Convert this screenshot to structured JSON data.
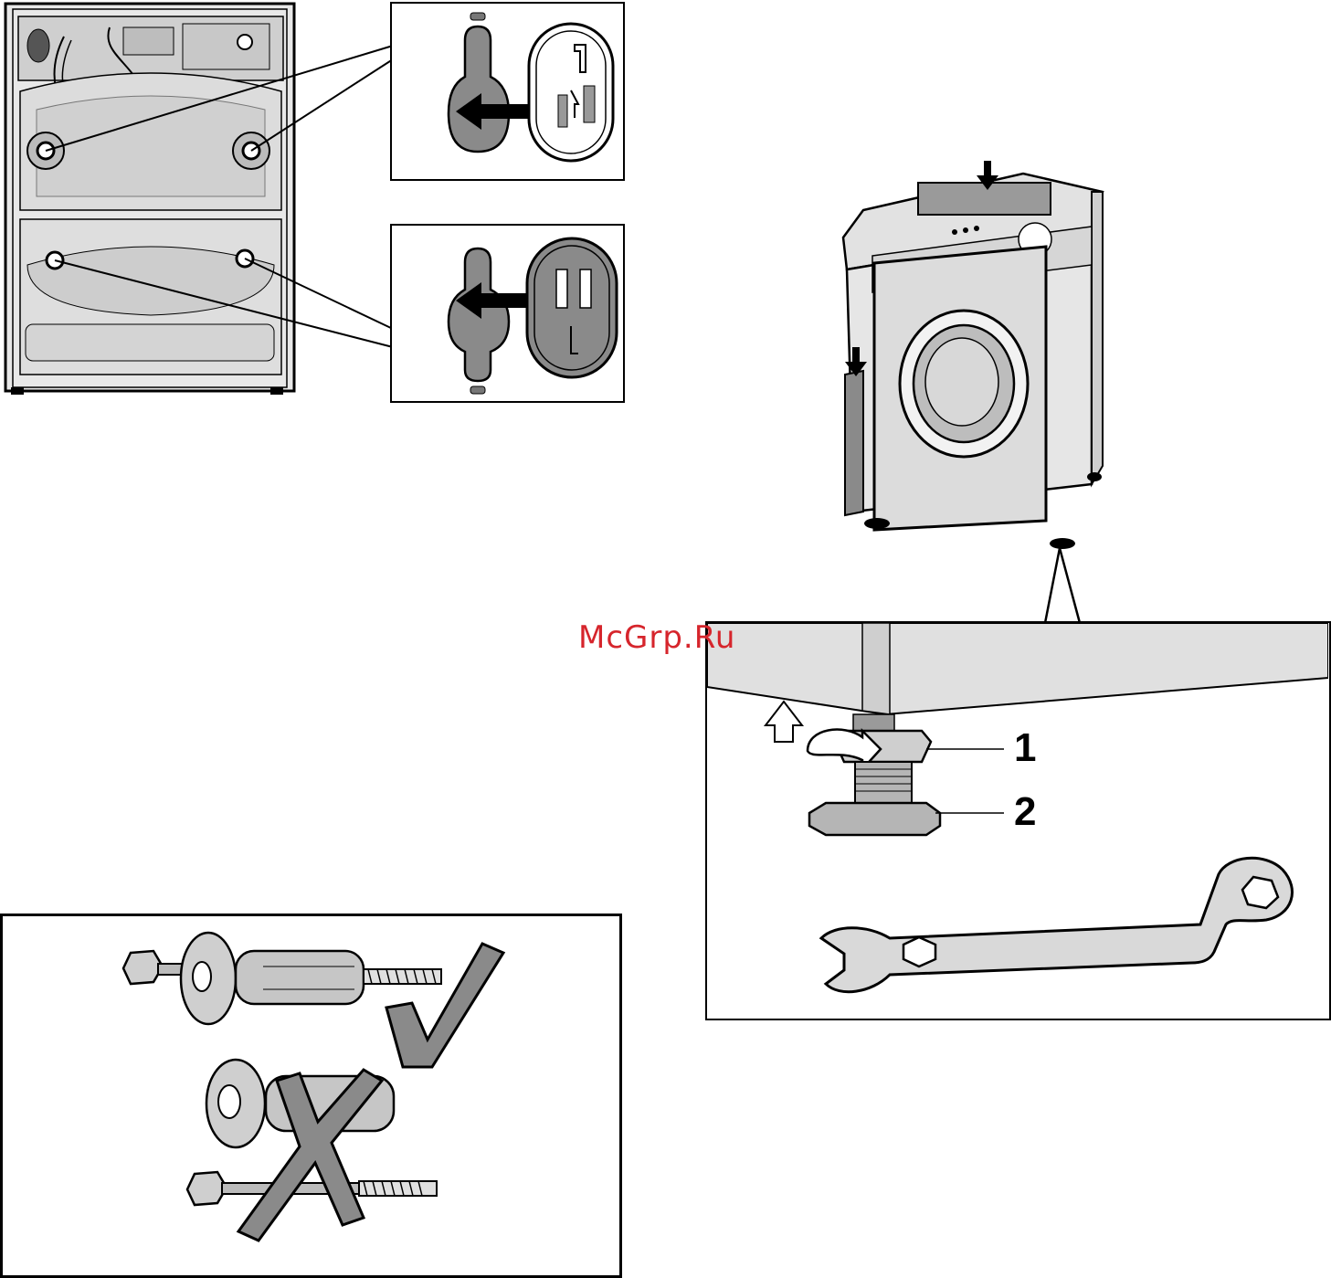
{
  "watermark": "McGrp.Ru",
  "callouts": {
    "lock_nut": "1",
    "foot": "2"
  },
  "colors": {
    "line": "#000000",
    "panel_fill": "#d9d9d9",
    "dark_fill": "#8a8a8a",
    "watermark": "#d6252c"
  },
  "icons": {
    "correct_mark": "check-icon",
    "wrong_mark": "cross-icon",
    "arrow": "arrow-left-icon"
  }
}
